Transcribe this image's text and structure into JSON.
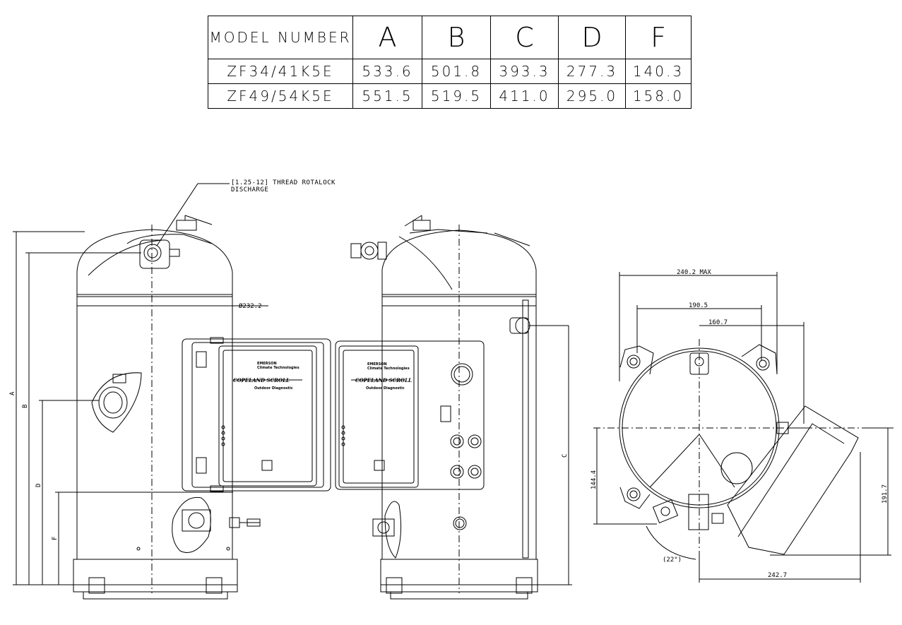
{
  "table": {
    "headers": [
      "MODEL NUMBER",
      "A",
      "B",
      "C",
      "D",
      "F"
    ],
    "rows": [
      [
        "ZF34/41K5E",
        "533.6",
        "501.8",
        "393.3",
        "277.3",
        "140.3"
      ],
      [
        "ZF49/54K5E",
        "551.5",
        "519.5",
        "411.0",
        "295.0",
        "158.0"
      ]
    ]
  },
  "callout": {
    "line1": "[1.25-12] THREAD ROTALOCK",
    "line2": "DISCHARGE"
  },
  "front_view": {
    "diameter": "Ø232.2",
    "dim_labels": [
      "A",
      "B",
      "D",
      "F"
    ]
  },
  "side_view": {
    "dim_labels": [
      "C"
    ]
  },
  "terminal_box": {
    "brand": "EMERSON",
    "sub": "Climate Technologies",
    "product": "COPELAND SCROLL",
    "product_sub": "Outdoor Diagnostic"
  },
  "top_view": {
    "dims": {
      "max_width": "240.2 MAX",
      "w1": "190.5",
      "w2": "160.7",
      "h1": "144.4",
      "h2": "191.7",
      "bottom": "242.7",
      "angle": "(22°)"
    }
  }
}
